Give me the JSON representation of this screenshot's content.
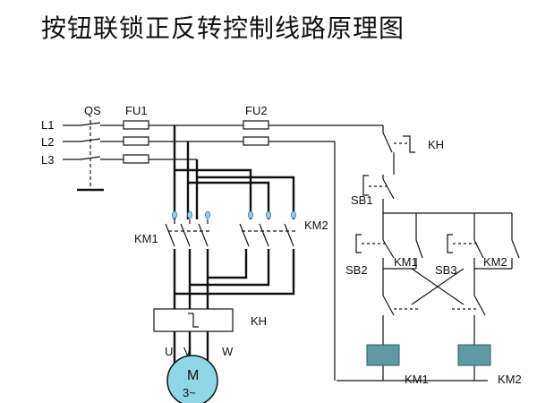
{
  "title": "按钮联锁正反转控制线路原理图",
  "labels": {
    "l1": "L1",
    "l2": "L2",
    "l3": "L3",
    "qs": "QS",
    "fu1": "FU1",
    "fu2": "FU2",
    "kh_top": "KH",
    "sb1": "SB1",
    "km1_main": "KM1",
    "km2_main": "KM2",
    "kh_mid": "KH",
    "u": "U",
    "v": "V",
    "w": "W",
    "motor_m": "M",
    "motor_phase": "3~",
    "sb2": "SB2",
    "km1_aux": "KM1",
    "sb3": "SB3",
    "km2_aux": "KM2",
    "km1_coil": "KM1",
    "km2_coil": "KM2"
  },
  "colors": {
    "wire": "#111111",
    "coil_fill": "#5f9aa4",
    "contact_dot": "#8fd0ec",
    "motor_fill": "#8fd6e6"
  }
}
